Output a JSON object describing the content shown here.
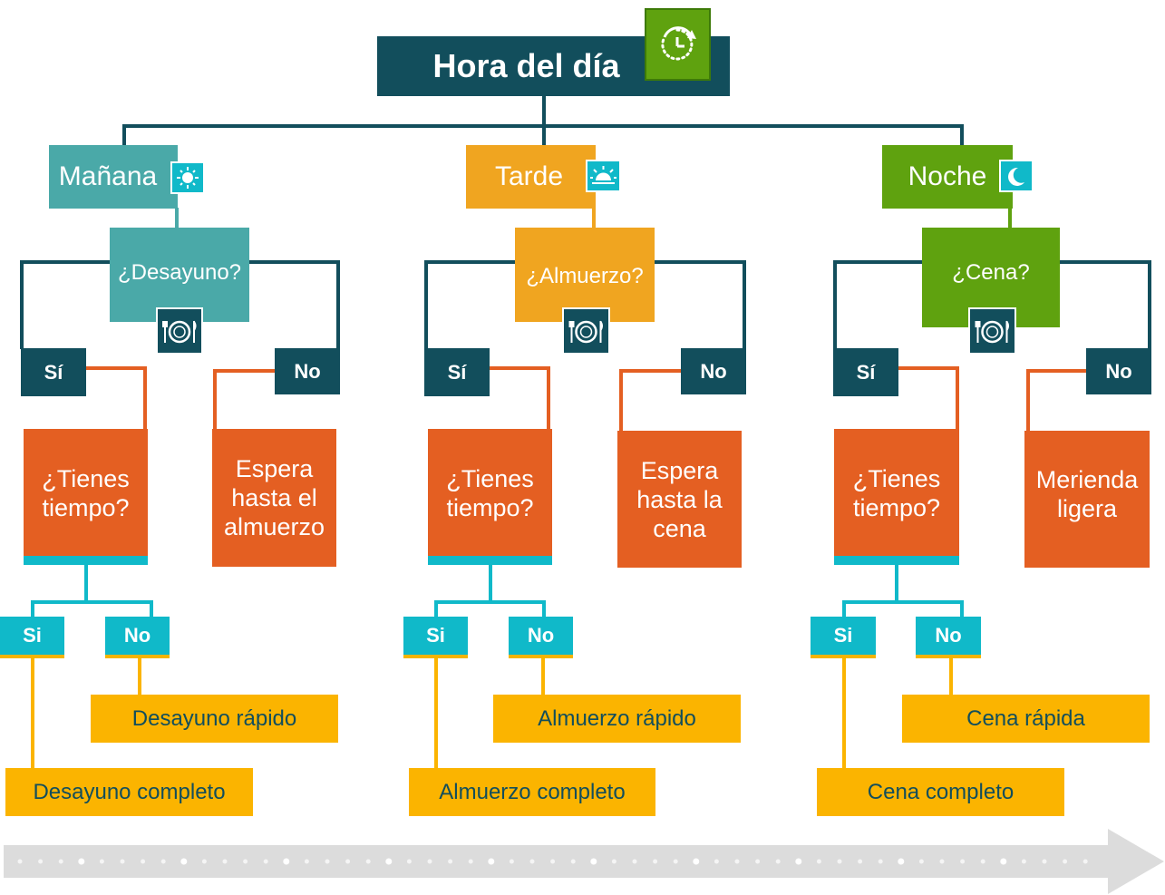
{
  "title": "Hora del día",
  "icons": {
    "clock": "clock-icon",
    "sun": "sun-icon",
    "sunset": "sunset-icon",
    "moon": "moon-icon",
    "utensils": "utensils-icon"
  },
  "colors": {
    "dark_teal": "#124e5c",
    "manana": "#4aa9a8",
    "tarde": "#f0a520",
    "noche": "#5fa20f",
    "orange": "#e45f22",
    "cyan": "#10b9c9",
    "yellow": "#fbb400",
    "clock_green": "#5fa20f"
  },
  "columns": [
    {
      "period": "Mañana",
      "question": "¿Desayuno?",
      "yes": "Sí",
      "no": "No",
      "time_question": "¿Tienes tiempo?",
      "no_result": "Espera hasta el almuerzo",
      "time_yes": "Si",
      "time_no": "No",
      "quick": "Desayuno rápido",
      "complete": "Desayuno completo"
    },
    {
      "period": "Tarde",
      "question": "¿Almuerzo?",
      "yes": "Sí",
      "no": "No",
      "time_question": "¿Tienes tiempo?",
      "no_result": "Espera hasta la cena",
      "time_yes": "Si",
      "time_no": "No",
      "quick": "Almuerzo rápido",
      "complete": "Almuerzo completo"
    },
    {
      "period": "Noche",
      "question": "¿Cena?",
      "yes": "Sí",
      "no": "No",
      "time_question": "¿Tienes tiempo?",
      "no_result": "Merienda ligera",
      "time_yes": "Si",
      "time_no": "No",
      "quick": "Cena rápida",
      "complete": "Cena completo"
    }
  ]
}
